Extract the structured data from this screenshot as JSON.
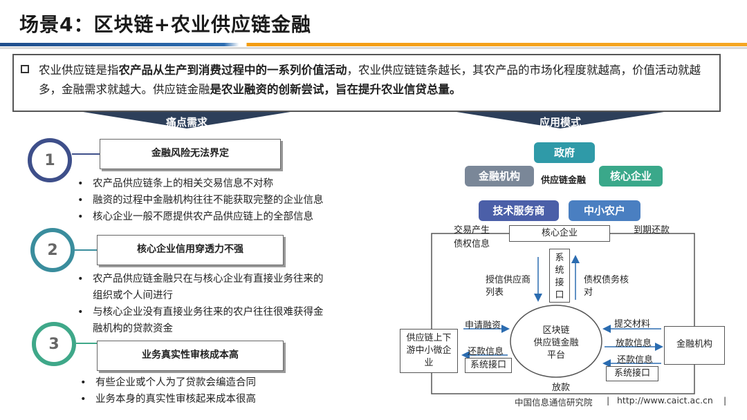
{
  "header": {
    "title": "场景4：区块链+农业供应链金融"
  },
  "intro": {
    "part1": "农业供应链是指",
    "part2": "农产品从生产到消费过程中的一系列价值活动",
    "part3": "，农业供应链链条越长，其农产品的市场化程度就越高，价值活动就越多，金融需求就越大。供应链金融",
    "part4": "是农业融资的创新尝试，旨在提升农业信贷总量。"
  },
  "sections": {
    "pain_title": "痛点需求",
    "model_title": "应用模式"
  },
  "pains": [
    {
      "number": "1",
      "title": "金融风险无法界定",
      "bullets": [
        "农产品供应链条上的相关交易信息不对称",
        "融资的过程中金融机构往往不能获取完整的企业信息",
        "核心企业一般不愿提供农产品供应链上的全部信息"
      ]
    },
    {
      "number": "2",
      "title": "核心企业信用穿透力不强",
      "bullets": [
        "农产品供应链金融只在与核心企业有直接业务往来的",
        "组织或个人间进行",
        "与核心企业没有直接业务往来的农户往往很难获得金",
        "融机构的贷款资金"
      ]
    },
    {
      "number": "3",
      "title": "业务真实性审核成本高",
      "bullets": [
        "有些企业或个人为了贷款会编造合同",
        "业务本身的真实性审核起来成本很高"
      ]
    }
  ],
  "bullet_symbol": "•",
  "model": {
    "government": "政府",
    "financial_institution": "金融机构",
    "center": "供应链金融",
    "core_enterprise": "核心企业",
    "tech_provider": "技术服务商",
    "smallholders": "中小农户"
  },
  "flow": {
    "core": "核心企业",
    "trade_debt_1": "交易产生",
    "trade_debt_2": "债权信息",
    "maturity": "到期还款",
    "supplier_list_1": "授信供应商",
    "supplier_list_2": "列表",
    "sys_interface_vertical": [
      "系",
      "统",
      "接",
      "口"
    ],
    "debt_check_1": "债权债务核",
    "debt_check_2": "对",
    "platform": [
      "区块链",
      "供应链金融",
      "平台"
    ],
    "sme": [
      "供应链上下",
      "游中小微企",
      "业"
    ],
    "bank": "金融机构",
    "apply": "申请融资",
    "repay_left": "还款信息",
    "sys_left": "系统接口",
    "submit": "提交材料",
    "loan_info": "放款信息",
    "repay_right": "还款信息",
    "sys_right": "系统接口",
    "loan": "放款"
  },
  "footer": {
    "org": "中国信息通信研究院",
    "sep": "|",
    "url": "http://www.caict.ac.cn"
  },
  "colors": {
    "gov": "#2f9aa8",
    "fin": "#7a8798",
    "core": "#3aa88a",
    "tech": "#4b5fa8",
    "farm": "#4a7fc1",
    "header_dark": "#2d3f5a"
  }
}
